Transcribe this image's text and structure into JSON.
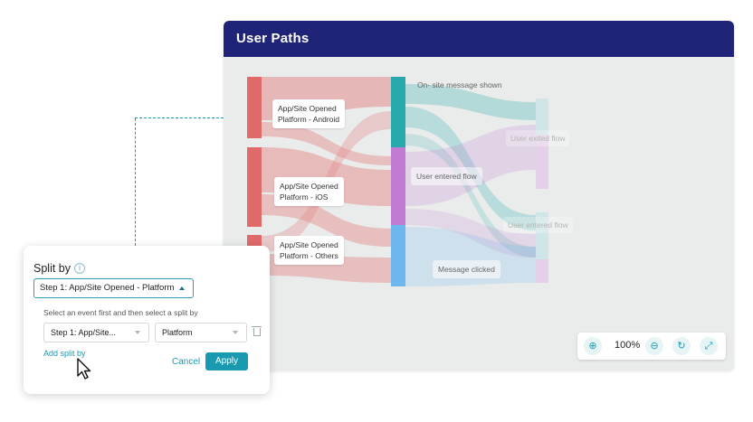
{
  "panel": {
    "title": "User Paths",
    "header_color": "#1f2478",
    "background_color": "#e9eceb"
  },
  "sankey": {
    "sources": [
      {
        "line1": "App/Site Opened",
        "line2": "Platform - Android",
        "color": "#e06a6a"
      },
      {
        "line1": "App/Site Opened",
        "line2": "Platform - iOS",
        "color": "#e06a6a"
      },
      {
        "line1": "App/Site Opened",
        "line2": "Platform - Others",
        "color": "#e06a6a"
      }
    ],
    "step2_nodes": [
      {
        "label": "On- site message shown",
        "color": "#27a9ad"
      },
      {
        "label": "User entered flow",
        "color": "#c17bd2"
      },
      {
        "label": "Message clicked",
        "color": "#6eb6ee"
      }
    ],
    "step3_nodes": [
      {
        "label": "User exited flow"
      },
      {
        "label": "User entered flow"
      }
    ]
  },
  "zoom": {
    "percent": "100%",
    "buttons": [
      "zoom-in-icon",
      "zoom-out-icon",
      "zoom-reset-icon",
      "expand-icon"
    ]
  },
  "split_by": {
    "title": "Split by",
    "info_icon": "i",
    "step_select_value": "Step 1: App/Site Opened - Platform",
    "hint": "Select an event first and then select a split by",
    "event_value": "Step 1: App/Site...",
    "property_value": "Platform",
    "add_split_label": "Add split by",
    "cancel_label": "Cancel",
    "apply_label": "Apply",
    "accent_color": "#1a9ab0"
  }
}
